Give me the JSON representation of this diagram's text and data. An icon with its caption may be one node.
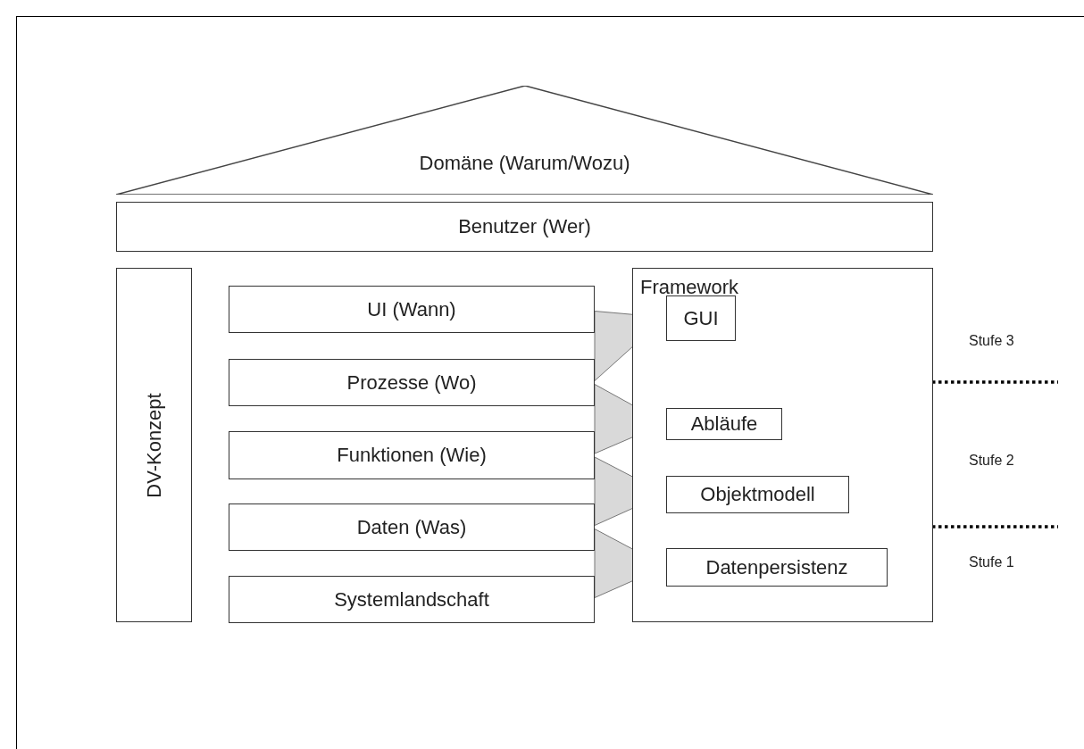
{
  "diagram": {
    "nodes": [
      {
        "text": [
          "Domäne (Warum/Wozu)"
        ]
      },
      {
        "text": [
          "Benutzer (Wer)"
        ]
      },
      {
        "text": [
          "DV-Konzept"
        ]
      },
      {
        "text": [
          "UI (Wann)"
        ]
      },
      {
        "text": [
          "Prozesse (Wo)"
        ]
      },
      {
        "text": [
          "Funktionen (Wie)"
        ]
      },
      {
        "text": [
          "Daten (Was)"
        ]
      },
      {
        "text": [
          "Systemlandschaft"
        ]
      },
      {
        "text": [
          "Framework"
        ]
      },
      {
        "text": [
          "GUI"
        ],
        "in": 8
      },
      {
        "text": [
          "Abläufe"
        ],
        "in": 8
      },
      {
        "text": [
          "Objektmodell"
        ],
        "in": 8
      },
      {
        "text": [
          "Datenpersistenz"
        ],
        "in": 8
      }
    ],
    "edges": [
      {
        "from": 3,
        "to": 9,
        "arrow": "to"
      },
      {
        "from": 4,
        "to": 9,
        "arrow": "to"
      },
      {
        "from": 4,
        "to": 10,
        "arrow": "to"
      },
      {
        "from": 5,
        "to": 10,
        "arrow": "to"
      },
      {
        "from": 5,
        "to": 11,
        "arrow": "to"
      },
      {
        "from": 6,
        "to": 11,
        "arrow": "to"
      },
      {
        "from": 6,
        "to": 12,
        "arrow": "to"
      },
      {
        "from": 7,
        "to": 12,
        "arrow": "to"
      }
    ],
    "labels": [
      "Stufe 3",
      "Stufe 2",
      "Stufe 1"
    ]
  }
}
